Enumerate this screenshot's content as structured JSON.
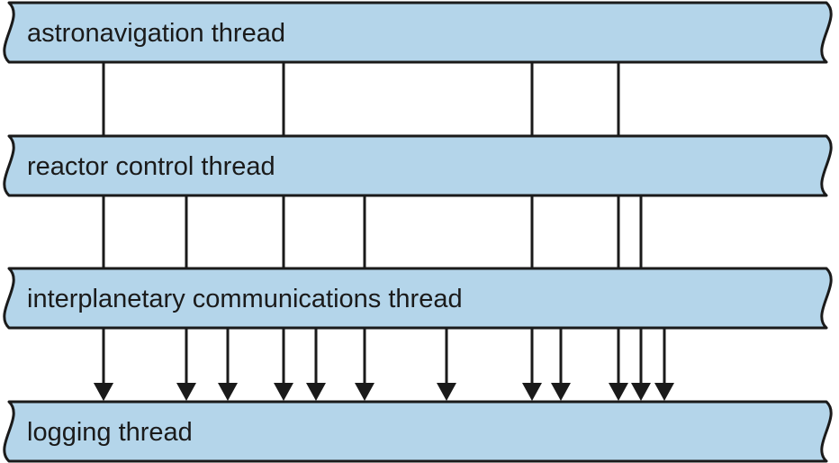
{
  "colors": {
    "band_fill": "#b4d5ea",
    "stroke": "#1a1a1a"
  },
  "threads": [
    {
      "id": "astronavigation",
      "label": "astronavigation thread"
    },
    {
      "id": "reactor",
      "label": "reactor control thread"
    },
    {
      "id": "comms",
      "label": "interplanetary communications thread"
    },
    {
      "id": "logging",
      "label": "logging thread"
    }
  ],
  "messages": [
    {
      "from": "astronavigation",
      "to": "logging"
    },
    {
      "from": "astronavigation",
      "to": "logging"
    },
    {
      "from": "astronavigation",
      "to": "logging"
    },
    {
      "from": "astronavigation",
      "to": "logging"
    },
    {
      "from": "reactor",
      "to": "logging"
    },
    {
      "from": "reactor",
      "to": "logging"
    },
    {
      "from": "reactor",
      "to": "logging"
    },
    {
      "from": "comms",
      "to": "logging"
    },
    {
      "from": "comms",
      "to": "logging"
    },
    {
      "from": "comms",
      "to": "logging"
    },
    {
      "from": "comms",
      "to": "logging"
    },
    {
      "from": "comms",
      "to": "logging"
    },
    {
      "from": "comms",
      "to": "logging"
    }
  ]
}
